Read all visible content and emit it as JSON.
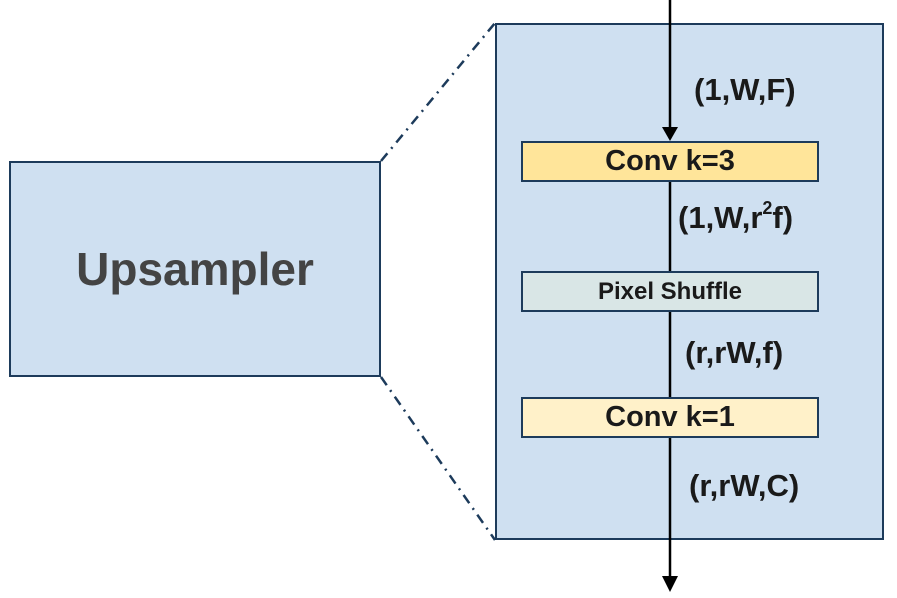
{
  "upsampler": {
    "label": "Upsampler"
  },
  "blocks": {
    "conv3": "Conv k=3",
    "pixel_shuffle": "Pixel Shuffle",
    "conv1": "Conv k=1"
  },
  "shapes": {
    "input": "(1,W,F)",
    "after_conv3_prefix": "(1,W,r",
    "after_conv3_exp": "2",
    "after_conv3_suffix": "f)",
    "after_shuffle": "(r,rW,f)",
    "output": "(r,rW,C)"
  },
  "colors": {
    "panel_fill": "#cfe0f1",
    "border": "#1d3b5b",
    "conv3_fill": "#ffe59a",
    "pixel_shuffle_fill": "#d9e6e6",
    "conv1_fill": "#fff1c9"
  }
}
